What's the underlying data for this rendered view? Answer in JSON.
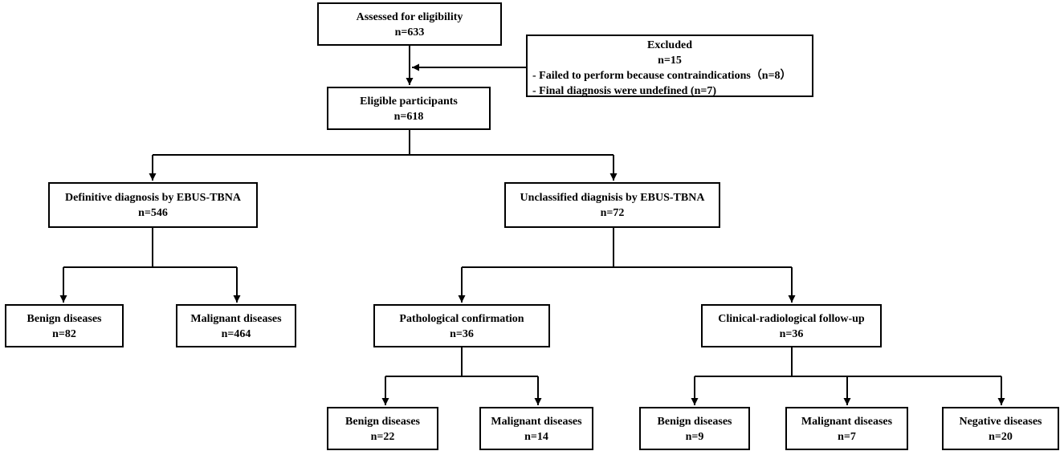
{
  "assessed": {
    "title": "Assessed for eligibility",
    "n": "n=633"
  },
  "excluded": {
    "title": "Excluded",
    "n": "n=15",
    "reasons": [
      "- Failed to perform because contraindications（n=8）",
      "- Final diagnosis were undefined (n=7)"
    ]
  },
  "eligible": {
    "title": "Eligible participants",
    "n": "n=618"
  },
  "definitive": {
    "title": "Definitive diagnosis by EBUS-TBNA",
    "n": "n=546"
  },
  "unclassified": {
    "title": "Unclassified diagnisis by EBUS-TBNA",
    "n": "n=72"
  },
  "definitive_benign": {
    "title": "Benign diseases",
    "n": "n=82"
  },
  "definitive_malignant": {
    "title": "Malignant diseases",
    "n": "n=464"
  },
  "pathological": {
    "title": "Pathological confirmation",
    "n": "n=36"
  },
  "clinical": {
    "title": "Clinical-radiological follow-up",
    "n": "n=36"
  },
  "path_benign": {
    "title": "Benign diseases",
    "n": "n=22"
  },
  "path_malignant": {
    "title": "Malignant diseases",
    "n": "n=14"
  },
  "clin_benign": {
    "title": "Benign diseases",
    "n": "n=9"
  },
  "clin_malignant": {
    "title": "Malignant diseases",
    "n": "n=7"
  },
  "clin_negative": {
    "title": "Negative diseases",
    "n": "n=20"
  }
}
